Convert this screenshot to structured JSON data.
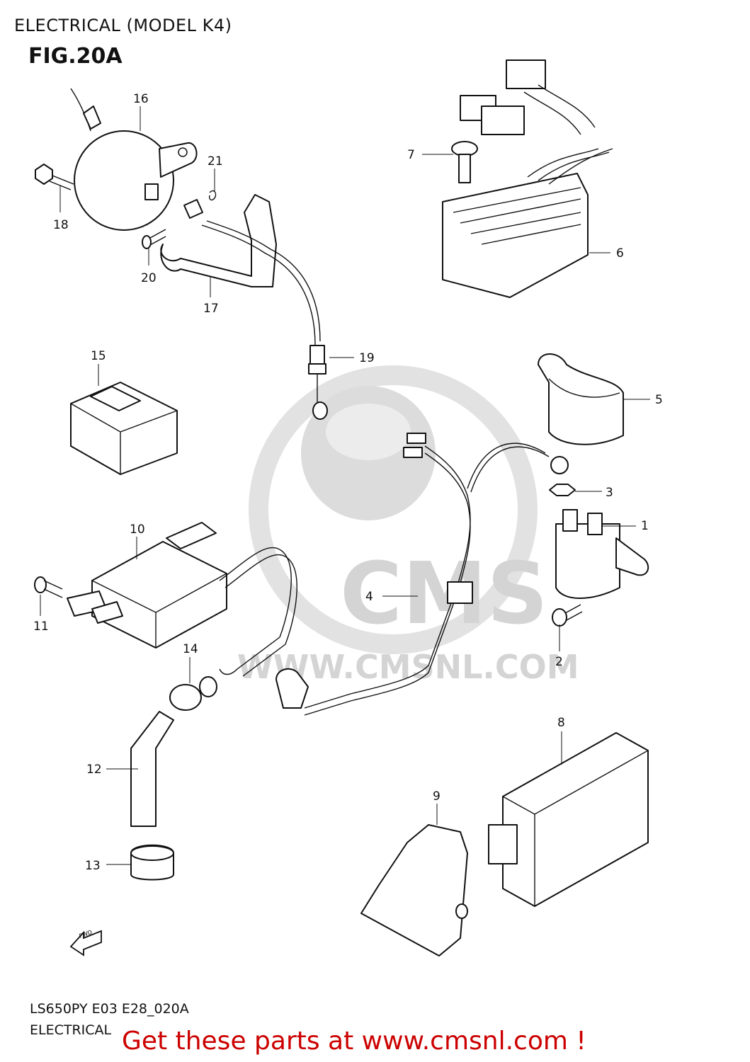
{
  "header": {
    "title": "ELECTRICAL (MODEL K4)",
    "figure": "FIG.20A"
  },
  "callouts": [
    {
      "id": "1",
      "label": "1"
    },
    {
      "id": "2",
      "label": "2"
    },
    {
      "id": "3",
      "label": "3"
    },
    {
      "id": "4",
      "label": "4"
    },
    {
      "id": "5",
      "label": "5"
    },
    {
      "id": "6",
      "label": "6"
    },
    {
      "id": "7",
      "label": "7"
    },
    {
      "id": "8",
      "label": "8"
    },
    {
      "id": "9",
      "label": "9"
    },
    {
      "id": "10",
      "label": "10"
    },
    {
      "id": "11",
      "label": "11"
    },
    {
      "id": "12",
      "label": "12"
    },
    {
      "id": "13",
      "label": "13"
    },
    {
      "id": "14",
      "label": "14"
    },
    {
      "id": "15",
      "label": "15"
    },
    {
      "id": "16",
      "label": "16"
    },
    {
      "id": "17",
      "label": "17"
    },
    {
      "id": "18",
      "label": "18"
    },
    {
      "id": "19",
      "label": "19"
    },
    {
      "id": "20",
      "label": "20"
    },
    {
      "id": "21",
      "label": "21"
    }
  ],
  "watermark": {
    "brand": "CMS",
    "url": "WWW.CMSNL.COM"
  },
  "fwd_arrow": {
    "label": "FWD"
  },
  "footer": {
    "model_code": "LS650PY E03 E28_020A",
    "section": "ELECTRICAL",
    "promo": "Get these parts at www.cmsnl.com !"
  },
  "colors": {
    "promo": "#cc0000",
    "line": "#111111",
    "watermark": "#dcdcdc"
  }
}
